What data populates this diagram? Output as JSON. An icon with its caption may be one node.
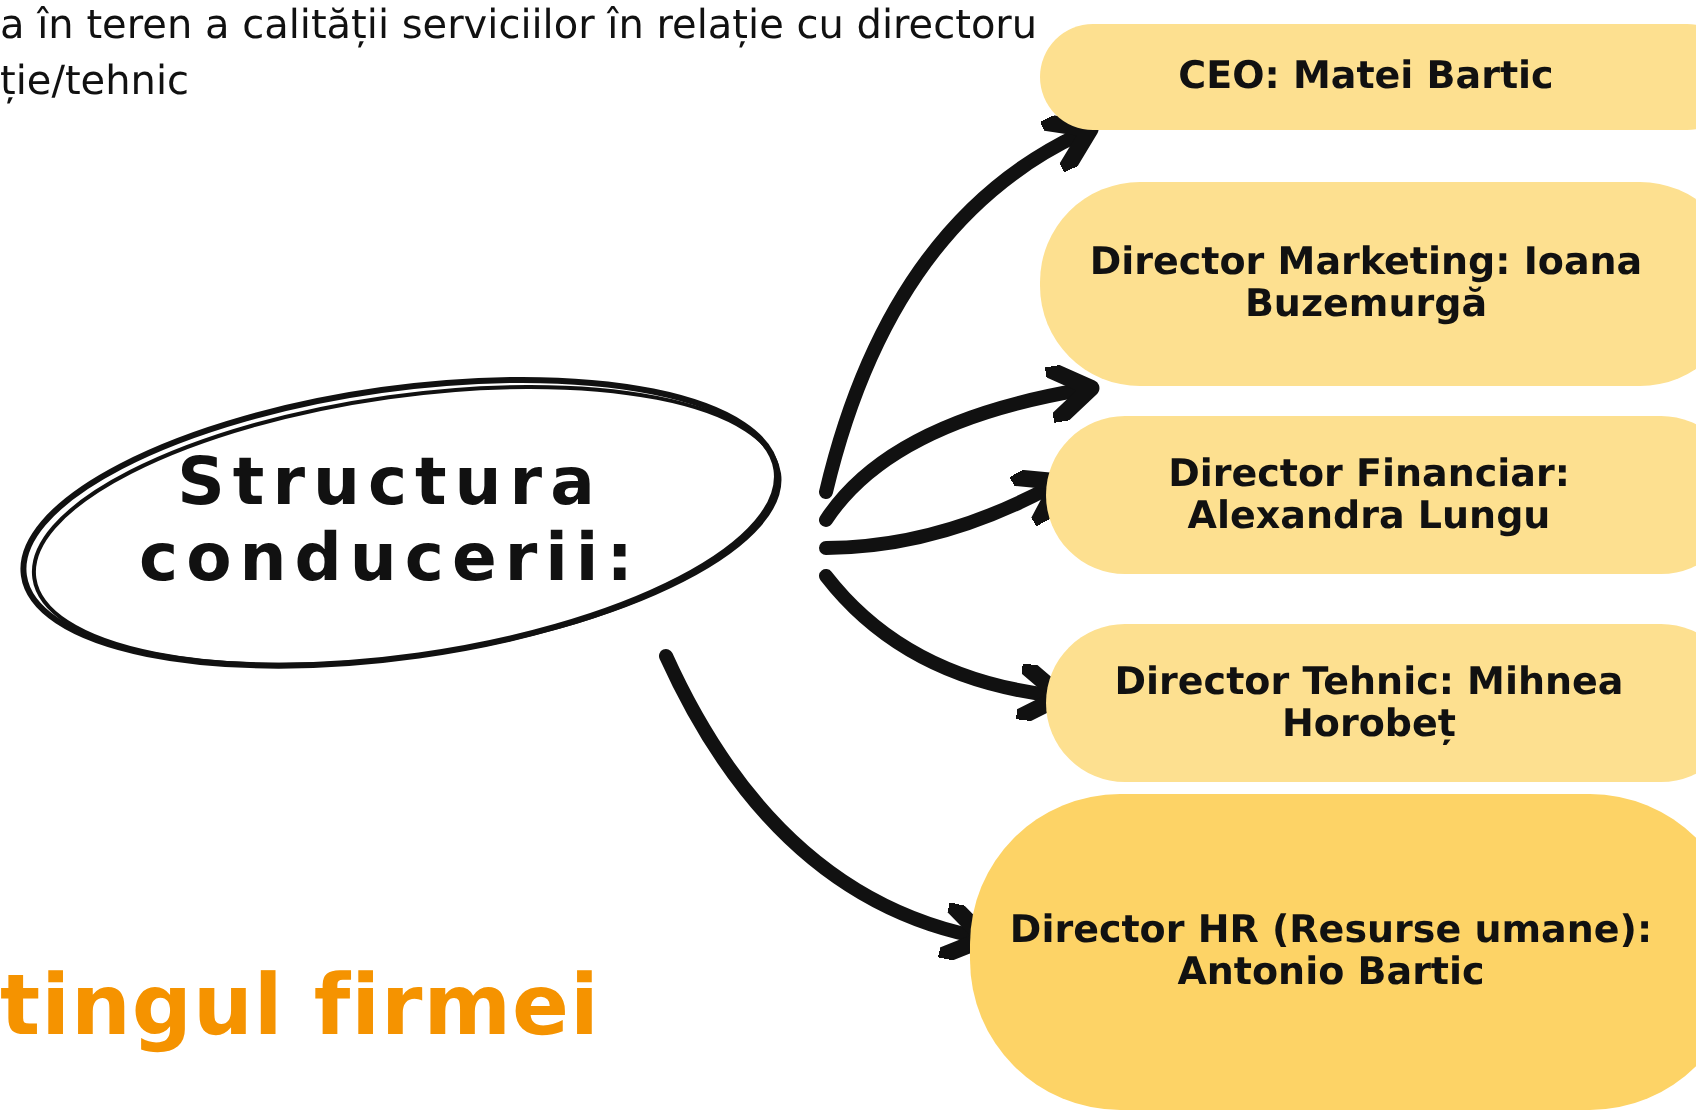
{
  "diagram": {
    "nodes": [
      {
        "text": [
          "Structura conducerii:"
        ]
      },
      {
        "text": [
          "CEO: Matei Bartic"
        ]
      },
      {
        "text": [
          "Director Marketing: Ioana Buzemurgă"
        ]
      },
      {
        "text": [
          "Director Financiar: Alexandra Lungu"
        ]
      },
      {
        "text": [
          "Director Tehnic: Mihnea Horobeț"
        ]
      },
      {
        "text": [
          "Director HR (Resurse umane): Antonio Bartic"
        ]
      }
    ],
    "edges": [
      {
        "from": 0,
        "to": 1,
        "arrow": "to"
      },
      {
        "from": 0,
        "to": 2,
        "arrow": "to"
      },
      {
        "from": 0,
        "to": 3,
        "arrow": "to"
      },
      {
        "from": 0,
        "to": 4,
        "arrow": "to"
      },
      {
        "from": 0,
        "to": 5,
        "arrow": "to"
      }
    ],
    "labels": [
      "a în teren a calității serviciilor în relație cu directoru",
      "ție/tehnic",
      "tingul firmei"
    ]
  }
}
